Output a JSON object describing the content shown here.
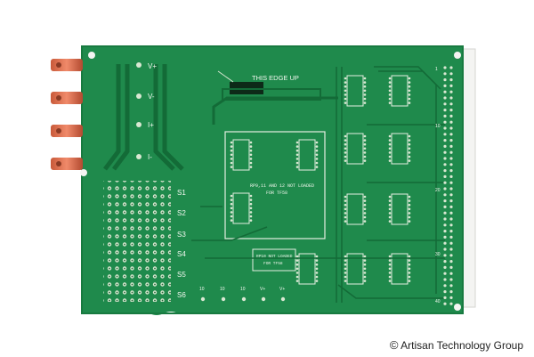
{
  "photo": {
    "subject": "green printed circuit board",
    "board_color": "#1f8a4c",
    "trace_color": "#136b37",
    "background": "#ffffff"
  },
  "board": {
    "edge_label": "THIS EDGE UP",
    "power_labels": [
      "V+",
      "V-",
      "I+",
      "I-"
    ],
    "switch_labels": [
      "S1",
      "S2",
      "S3",
      "S4",
      "S5",
      "S6"
    ],
    "note_top": [
      "RP9,11 AND 12 NOT LOADED",
      "FOR TF58"
    ],
    "note_bottom": [
      "RP10 NOT LOADED",
      "FOR TF58"
    ],
    "bottom_pins": [
      "10",
      "10",
      "10",
      "V+",
      "V+"
    ],
    "edge_numbers": [
      "1",
      "10",
      "20",
      "30",
      "40"
    ]
  },
  "credit": {
    "symbol": "©",
    "text": "Artisan Technology Group"
  }
}
